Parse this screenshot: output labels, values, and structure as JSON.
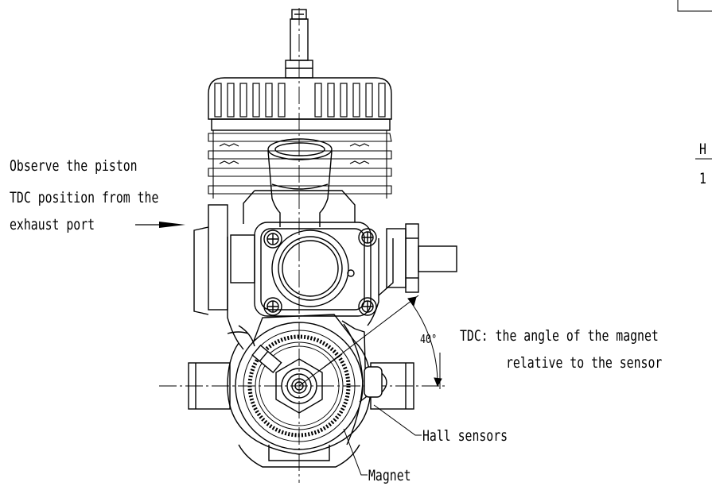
{
  "annotations": {
    "observe_line1": "Observe the piston",
    "observe_line2": "TDC position from the",
    "observe_line3": "exhaust port",
    "angle_value": "40°",
    "tdc_line1": "TDC: the angle of the magnet",
    "tdc_line2": "relative to the sensor",
    "hall_sensors": "Hall sensors",
    "magnet": "Magnet",
    "edge_h": "H",
    "edge_1": "1"
  },
  "colors": {
    "line": "#000000",
    "background": "#ffffff"
  }
}
